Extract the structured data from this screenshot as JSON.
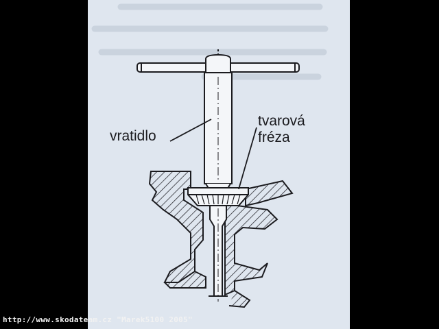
{
  "diagram": {
    "labels": {
      "tool_handle": "vratidlo",
      "cutter_line1": "tvarová",
      "cutter_line2": "fréza"
    },
    "colors": {
      "background": "#000000",
      "paper": "#dfe6ef",
      "ink": "#1b1b1f"
    }
  },
  "footer": {
    "text": "http://www.skodateam.cz \"Marek5100 2005\""
  }
}
